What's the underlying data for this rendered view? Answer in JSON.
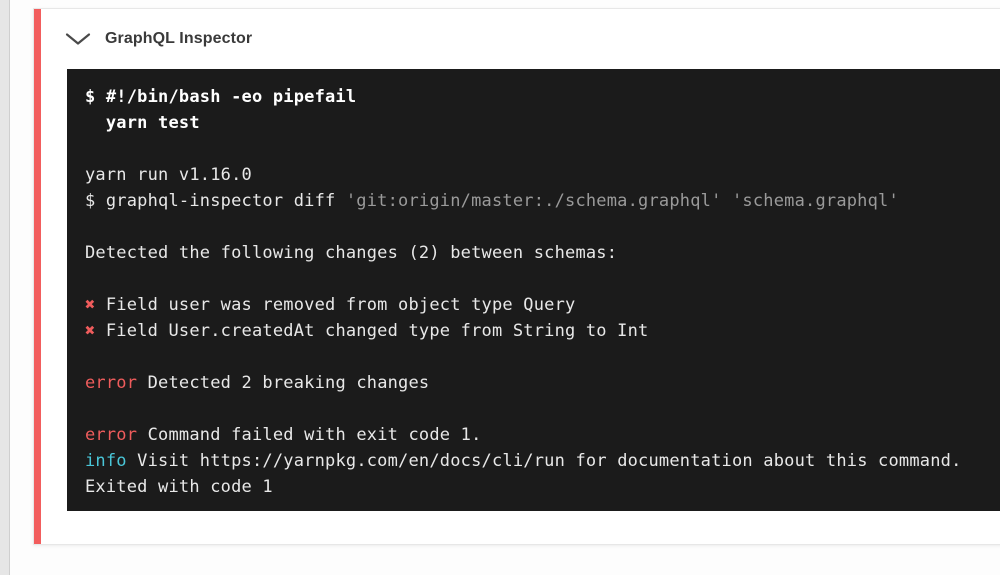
{
  "header": {
    "title": "GraphQL Inspector",
    "chevron_icon": "chevron-down-icon"
  },
  "colors": {
    "accent_red": "#f25d5d",
    "terminal_bg": "#1b1b1b",
    "error_red": "#ef5c5c",
    "info_cyan": "#49c6d8",
    "dim": "#9a9a9a"
  },
  "terminal": {
    "lines": [
      {
        "segments": [
          {
            "style": "bold",
            "text": "$ #!/bin/bash -eo pipefail"
          }
        ]
      },
      {
        "segments": [
          {
            "style": "bold",
            "text": "  yarn test"
          }
        ]
      },
      {
        "segments": []
      },
      {
        "segments": [
          {
            "style": "plain",
            "text": "yarn run v1.16.0"
          }
        ]
      },
      {
        "segments": [
          {
            "style": "plain",
            "text": "$ graphql-inspector diff "
          },
          {
            "style": "dim",
            "text": "'git:origin/master:./schema.graphql'"
          },
          {
            "style": "plain",
            "text": " "
          },
          {
            "style": "dim",
            "text": "'schema.graphql'"
          }
        ]
      },
      {
        "segments": []
      },
      {
        "segments": [
          {
            "style": "plain",
            "text": "Detected the following changes (2) between schemas:"
          }
        ]
      },
      {
        "segments": []
      },
      {
        "segments": [
          {
            "style": "red",
            "text": "✖"
          },
          {
            "style": "plain",
            "text": " Field user was removed from object type Query"
          }
        ]
      },
      {
        "segments": [
          {
            "style": "red",
            "text": "✖"
          },
          {
            "style": "plain",
            "text": " Field User.createdAt changed type from String to Int"
          }
        ]
      },
      {
        "segments": []
      },
      {
        "segments": [
          {
            "style": "red",
            "text": "error"
          },
          {
            "style": "plain",
            "text": " Detected 2 breaking changes"
          }
        ]
      },
      {
        "segments": []
      },
      {
        "segments": [
          {
            "style": "red",
            "text": "error"
          },
          {
            "style": "plain",
            "text": " Command failed with exit code 1."
          }
        ]
      },
      {
        "segments": [
          {
            "style": "cyan",
            "text": "info"
          },
          {
            "style": "plain",
            "text": " Visit https://yarnpkg.com/en/docs/cli/run for documentation about this command."
          }
        ]
      },
      {
        "segments": [
          {
            "style": "plain",
            "text": "Exited with code 1"
          }
        ]
      }
    ]
  }
}
